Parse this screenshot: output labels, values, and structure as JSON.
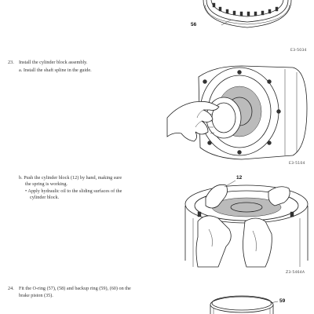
{
  "figures": {
    "top_callout": "56",
    "top_code": "E3-5034",
    "second_code": "E3-5104",
    "third_callout": "12",
    "third_code": "Z3-5464A",
    "bottom_callout": "59"
  },
  "steps": {
    "s23": {
      "number": "23.",
      "text": "Install the cylinder block assembly.",
      "sub_a": "a. Install the shaft spline in the guide.",
      "sub_b_line1": "b. Push the cylinder block (12) by hand, making sure",
      "sub_b_line2": "the spring is working.",
      "bullet_line1": "• Apply hydraulic oil to the sliding surfaces of the",
      "bullet_line2": "cylinder block."
    },
    "s24": {
      "number": "24.",
      "line1": "Fit the O-ring (57), (58) and backup ring (59), (60) on the",
      "line2": "brake piston (35)."
    }
  }
}
